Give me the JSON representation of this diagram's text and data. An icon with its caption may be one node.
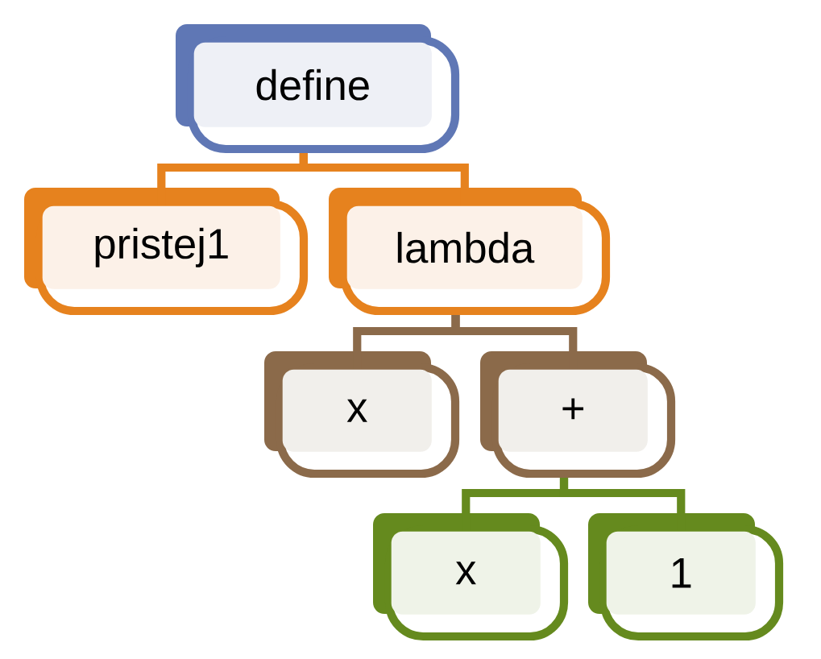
{
  "diagram": {
    "nodes": [
      {
        "text": [
          "define"
        ]
      },
      {
        "text": [
          "pristej1"
        ]
      },
      {
        "text": [
          "lambda"
        ]
      },
      {
        "text": [
          "x"
        ]
      },
      {
        "text": [
          "+"
        ]
      },
      {
        "text": [
          "x"
        ]
      },
      {
        "text": [
          "1"
        ]
      }
    ],
    "edges": [
      {
        "from": 0,
        "to": 1,
        "arrow": "none",
        "color": "#e6821e"
      },
      {
        "from": 0,
        "to": 2,
        "arrow": "none",
        "color": "#e6821e"
      },
      {
        "from": 2,
        "to": 3,
        "arrow": "none",
        "color": "#8b6a4a"
      },
      {
        "from": 2,
        "to": 4,
        "arrow": "none",
        "color": "#8b6a4a"
      },
      {
        "from": 4,
        "to": 5,
        "arrow": "none",
        "color": "#658a1e"
      },
      {
        "from": 4,
        "to": 6,
        "arrow": "none",
        "color": "#658a1e"
      }
    ]
  }
}
